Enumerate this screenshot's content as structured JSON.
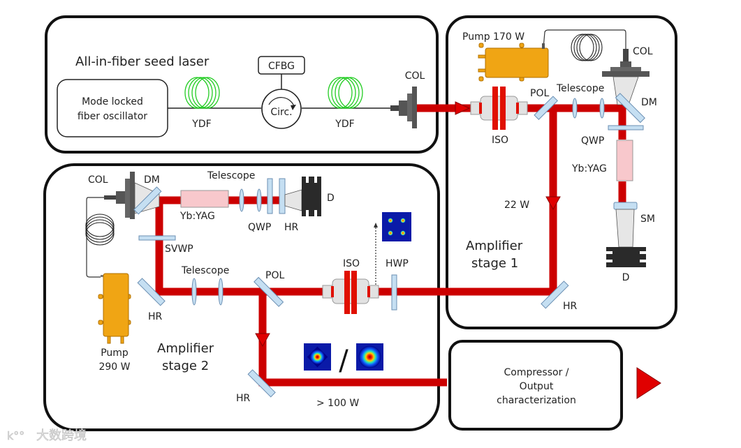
{
  "diagram": {
    "sections": {
      "seed": {
        "title": "All-in-fiber seed laser"
      },
      "amp1": {
        "title_line1": "Amplifier",
        "title_line2": "stage 1"
      },
      "amp2": {
        "title_line1": "Amplifier",
        "title_line2": "stage 2"
      },
      "output": {
        "line1": "Compressor /",
        "line2": "Output",
        "line3": "characterization"
      }
    },
    "seed_components": {
      "oscillator_line1": "Mode locked",
      "oscillator_line2": "fiber oscillator",
      "ydf1": "YDF",
      "circulator": "Circ.",
      "cfbg": "CFBG",
      "ydf2": "YDF",
      "col": "COL"
    },
    "amp1_components": {
      "pump": "Pump 170 W",
      "col": "COL",
      "iso": "ISO",
      "pol": "POL",
      "telescope": "Telescope",
      "dm": "DM",
      "qwp": "QWP",
      "crystal": "Yb:YAG",
      "power": "22 W",
      "sm": "SM",
      "dump": "D",
      "hr": "HR"
    },
    "amp2_components": {
      "col": "COL",
      "dm": "DM",
      "telescope_top": "Telescope",
      "crystal": "Yb:YAG",
      "qwp": "QWP",
      "hr_top": "HR",
      "dump": "D",
      "svwp": "SVWP",
      "telescope_bottom": "Telescope",
      "pol": "POL",
      "iso": "ISO",
      "hwp": "HWP",
      "hr_left": "HR",
      "pump_line1": "Pump",
      "pump_line2": "290 W",
      "hr_bottom": "HR",
      "power": "> 100 W",
      "slash": "/"
    },
    "colors": {
      "beam": "#cc0000",
      "fiber_coil": "#22cc22",
      "pump": "#f0a514",
      "optic": "#c5dff2",
      "crystal": "#f8c8cc"
    },
    "watermark": "大数跨境"
  }
}
